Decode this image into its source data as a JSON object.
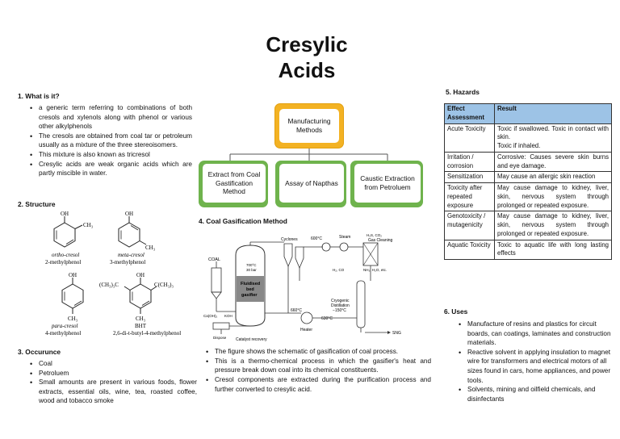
{
  "title": {
    "line1": "Cresylic",
    "line2": "Acids"
  },
  "s1": {
    "heading": "1.   What is it?",
    "bullets": [
      "a generic term referring to combinations of both cresols and xylenols along with phenol or various other alkylphenols",
      "The cresols are obtained from coal tar or petroleum usually as a mixture of the three stereoisomers.",
      "This mixture is also known as tricresol",
      "Cresylic acids are weak organic acids which are partly miscible in water."
    ]
  },
  "s2": {
    "heading": "2.   Structure",
    "structures": [
      {
        "name1": "ortho-cresol",
        "name2": "2-methylphenol"
      },
      {
        "name1": "meta-cresol",
        "name2": "3-methylphenol"
      },
      {
        "name1": "para-cresol",
        "name2": "4-methylphenol"
      },
      {
        "name1": "BHT",
        "name2": "2,6-di-t-butyl-4-methylphenol"
      }
    ],
    "labels": {
      "oh": "OH",
      "ch3": "CH₃",
      "tbu_left": "(CH₃)₃C",
      "tbu_right": "C(CH₃)₃"
    }
  },
  "s3": {
    "heading": "3.   Occurunce",
    "bullets": [
      "Coal",
      "Petroluem",
      "Small amounts are present in various foods, flower extracts, essential oils, wine, tea, roasted coffee, wood and tobacco smoke"
    ]
  },
  "flow": {
    "top": "Manufacturing Methods",
    "children": [
      "Extract from Coal Gastification Method",
      "Assay of Napthas",
      "Caustic Extraction from Petroluem"
    ],
    "colors": {
      "top": "#f3b223",
      "child": "#6fb34d"
    }
  },
  "s4": {
    "heading": "4.   Coal Gasification Method",
    "diagram": {
      "coal": "COAL",
      "cyclones": "Cyclones",
      "temp1": "600°C",
      "steam": "Steam",
      "gas_top": "H₂S, CO₂",
      "gas_cleaning": "Gas Cleaning",
      "reactor_cond1": "700°C",
      "reactor_cond2": "30 bar",
      "gasifier1": "Fluidised",
      "gasifier2": "bed",
      "gasifier3": "gasifier",
      "h2co": "H₂, CO",
      "nh3": "NH₃, H₂O, etc.",
      "temp2": "660°C",
      "cryo1": "Cryogenic",
      "cryo2": "Distillation",
      "cryo3": "−150°C",
      "caoh": "Ca(OH)₂",
      "koh": "KOH",
      "heater": "Heater",
      "temp3": "630°C",
      "dispose": "Dispose",
      "catalyst": "Catalyst recovery",
      "sng": "SNG"
    },
    "bullets": [
      "The figure shows the schematic of gasification of coal process.",
      "This is a thermo-chemical process in which the gasifier's heat and pressure break down coal into its chemical constituents.",
      "Cresol components are extracted during the purification process and further converted to cresylic acid."
    ]
  },
  "s5": {
    "heading": "5.   Hazards",
    "col1": "Effect Assessment",
    "col2": "Result",
    "header_color": "#9dc3e6",
    "rows": [
      {
        "effect": "Acute Toxicity",
        "result": "Toxic if swallowed. Toxic in contact with skin.",
        "result2": "Toxic if inhaled."
      },
      {
        "effect": "Irritation / corrosion",
        "result": "Corrosive: Causes severe skin burns and eye damage.",
        "result2": ""
      },
      {
        "effect": "Sensitization",
        "result": "May cause an allergic skin reaction",
        "result2": ""
      },
      {
        "effect": "Toxicity after repeated exposure",
        "result": "May cause damage to kidney, liver, skin, nervous system through prolonged or repeated exposure.",
        "result2": ""
      },
      {
        "effect": "Genotoxicity / mutagenicity",
        "result": "May cause damage to kidney, liver, skin, nervous system through prolonged or repeated exposure.",
        "result2": ""
      },
      {
        "effect": "Aquatic Toxicity",
        "result": "Toxic to aquatic life with long lasting effects",
        "result2": ""
      }
    ]
  },
  "s6": {
    "heading": "6.   Uses",
    "bullets": [
      "Manufacture of resins and plastics for circuit boards, can coatings, laminates and construction materials.",
      "Reactive solvent in applying insulation to magnet wire for transformers and electrical motors of all sizes found in cars, home appliances, and power tools.",
      "Solvents, mining and oilfield chemicals, and disinfectants"
    ]
  }
}
